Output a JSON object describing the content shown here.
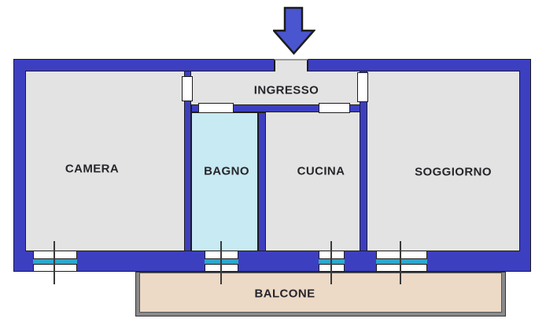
{
  "diagram": {
    "type": "apartment-floor-plan",
    "rooms": [
      {
        "id": "camera",
        "label": "CAMERA"
      },
      {
        "id": "ingresso",
        "label": "INGRESSO"
      },
      {
        "id": "bagno",
        "label": "BAGNO"
      },
      {
        "id": "cucina",
        "label": "CUCINA"
      },
      {
        "id": "soggiorno",
        "label": "SOGGIORNO"
      },
      {
        "id": "balcone",
        "label": "BALCONE"
      }
    ],
    "icons": [
      {
        "name": "entrance-arrow-icon",
        "meaning": "entrance direction, points down into INGRESSO"
      }
    ],
    "features": {
      "door_openings": [
        "ingresso-to-camera",
        "ingresso-to-bagno",
        "ingresso-to-cucina",
        "ingresso-to-soggiorno"
      ],
      "windows": [
        "camera",
        "bagno",
        "cucina",
        "soggiorno"
      ],
      "entrance_opening": "top wall, centre, below arrow"
    },
    "colors": {
      "wall": "#3d3fc1",
      "arrow": "#4a55d0",
      "floor": "#e3e3e3",
      "bagno_floor": "#c8eaf2",
      "balcone_floor": "#ecd9c6",
      "window_glass": "#29a9d0",
      "outline": "#1c1c1c",
      "balcony_border": "#8a8a8a",
      "label_text": "#26262b"
    }
  }
}
